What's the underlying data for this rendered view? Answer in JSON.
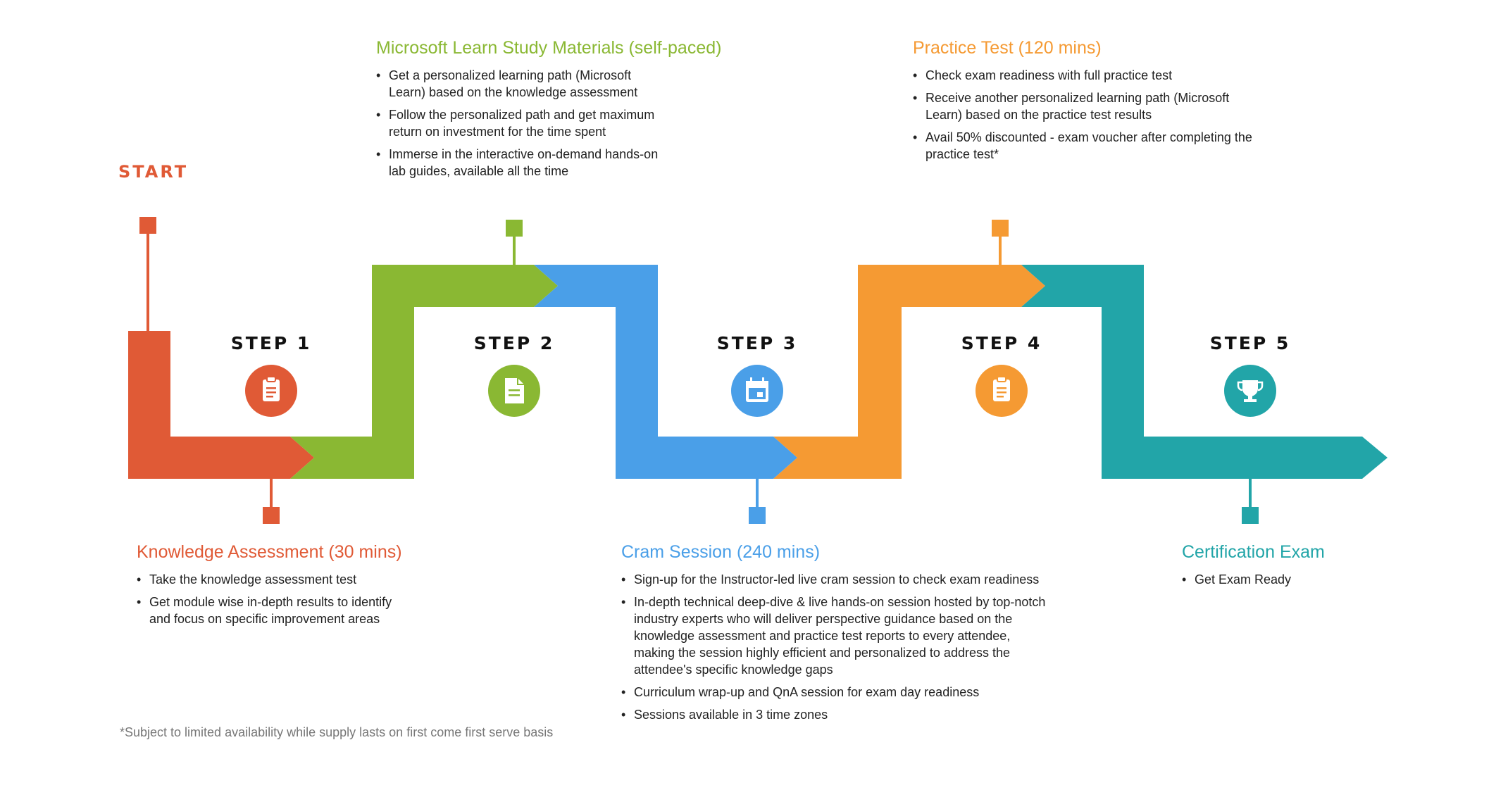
{
  "start_label": "START",
  "colors": {
    "orange_red": "#E05A36",
    "green": "#8AB833",
    "blue": "#4A9FE8",
    "orange": "#F59A33",
    "teal": "#22A5A8",
    "text_dark": "#111111",
    "footnote_gray": "#777777"
  },
  "steps": [
    {
      "label": "STEP 1",
      "icon": "clipboard-icon"
    },
    {
      "label": "STEP 2",
      "icon": "document-icon"
    },
    {
      "label": "STEP 3",
      "icon": "calendar-icon"
    },
    {
      "label": "STEP 4",
      "icon": "clipboard-icon"
    },
    {
      "label": "STEP 5",
      "icon": "trophy-icon"
    }
  ],
  "blocks": {
    "knowledge": {
      "title": "Knowledge Assessment (30 mins)",
      "items": [
        "Take the knowledge assessment test",
        "Get module wise in-depth results to identify and focus on specific improvement areas"
      ]
    },
    "study": {
      "title": "Microsoft Learn Study Materials (self-paced)",
      "items": [
        "Get a personalized learning path (Microsoft Learn) based on the knowledge assessment",
        "Follow the personalized path and get maximum return on investment for the time spent",
        "Immerse in the interactive on-demand hands-on lab guides, available all the time"
      ]
    },
    "cram": {
      "title": "Cram Session (240 mins)",
      "items": [
        "Sign-up for the Instructor-led live cram session to check exam readiness",
        "In-depth technical deep-dive & live hands-on session hosted by top-notch industry experts who will deliver perspective guidance based on the knowledge assessment and practice test reports to every attendee, making the session highly efficient and personalized to address the attendee's specific knowledge gaps",
        "Curriculum wrap-up and QnA session for exam day readiness",
        "Sessions available in 3 time zones"
      ]
    },
    "practice": {
      "title": "Practice Test (120 mins)",
      "items": [
        "Check exam readiness with full practice test",
        "Receive another personalized learning path (Microsoft Learn) based on the practice test results",
        "Avail 50% discounted - exam voucher after completing the practice test*"
      ]
    },
    "cert": {
      "title": "Certification Exam",
      "items": [
        "Get Exam Ready"
      ]
    }
  },
  "footnote": "*Subject to limited availability while supply lasts on first come first serve basis"
}
